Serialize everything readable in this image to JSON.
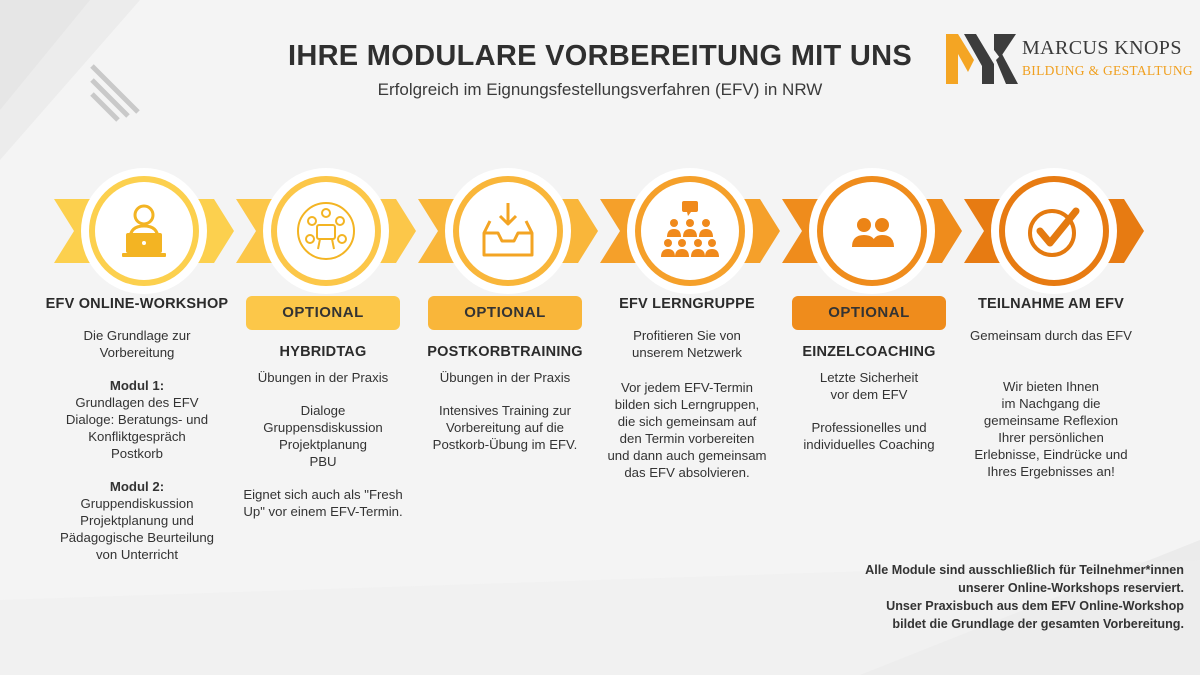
{
  "header": {
    "title": "IHRE MODULARE VORBEREITUNG MIT UNS",
    "subtitle": "Erfolgreich im Eignungsfestellungsverfahren (EFV) in NRW"
  },
  "logo": {
    "name": "MARCUS KNOPS",
    "tagline": "BILDUNG & GESTALTUNG",
    "mark": "MK monogram"
  },
  "colors": {
    "step1": "#fcd04e",
    "step2": "#fcc749",
    "step3": "#f9b63a",
    "step4": "#f5a02a",
    "step5": "#ef8c1c",
    "step6": "#e77b12"
  },
  "steps": [
    {
      "icon": "laptop-user-icon",
      "heading": "EFV ONLINE-WORKSHOP",
      "intro": [
        "Die Grundlage zur",
        "Vorbereitung"
      ],
      "module1_label": "Modul 1:",
      "module1": [
        "Grundlagen des EFV",
        "Dialoge: Beratungs- und",
        "Konfliktgespräch",
        "Postkorb"
      ],
      "module2_label": "Modul 2:",
      "module2": [
        "Gruppendiskussion",
        "Projektplanung und",
        "Pädagogische Beurteilung",
        "von Unterricht"
      ]
    },
    {
      "icon": "group-meeting-icon",
      "badge": "OPTIONAL",
      "heading": "HYBRIDTAG",
      "intro": [
        "Übungen in der Praxis"
      ],
      "list": [
        "Dialoge",
        "Gruppensdiskussion",
        "Projektplanung",
        "PBU"
      ],
      "note": [
        "Eignet sich auch als \"Fresh",
        "Up\" vor einem EFV-Termin."
      ]
    },
    {
      "icon": "inbox-tray-icon",
      "badge": "OPTIONAL",
      "heading": "POSTKORBTRAINING",
      "intro": [
        "Übungen in der Praxis"
      ],
      "note": [
        "Intensives Training zur",
        "Vorbereitung auf die",
        "Postkorb-Übung im EFV."
      ]
    },
    {
      "icon": "learning-group-icon",
      "heading": "EFV LERNGRUPPE",
      "intro": [
        "Profitieren Sie von",
        "unserem Netzwerk"
      ],
      "note": [
        "Vor jedem EFV-Termin",
        "bilden sich Lerngruppen,",
        "die sich gemeinsam auf",
        "den Termin vorbereiten",
        "und dann auch gemeinsam",
        "das EFV absolvieren."
      ]
    },
    {
      "icon": "coaching-pair-icon",
      "badge": "OPTIONAL",
      "heading": "EINZELCOACHING",
      "intro": [
        "Letzte Sicherheit",
        "vor dem EFV"
      ],
      "note": [
        "Professionelles und",
        "individuelles Coaching"
      ]
    },
    {
      "icon": "checkmark-circle-icon",
      "heading": "TEILNAHME AM EFV",
      "intro": [
        "Gemeinsam durch das EFV"
      ],
      "note": [
        "Wir bieten Ihnen",
        "im Nachgang die",
        "gemeinsame Reflexion",
        "Ihrer persönlichen",
        "Erlebnisse, Eindrücke und",
        "Ihres Ergebnisses an!"
      ]
    }
  ],
  "footnote": [
    "Alle Module sind ausschließlich für Teilnehmer*innen",
    "unserer Online-Workshops reserviert.",
    "Unser Praxisbuch aus dem EFV Online-Workshop",
    "bildet die Grundlage der gesamten Vorbereitung."
  ]
}
